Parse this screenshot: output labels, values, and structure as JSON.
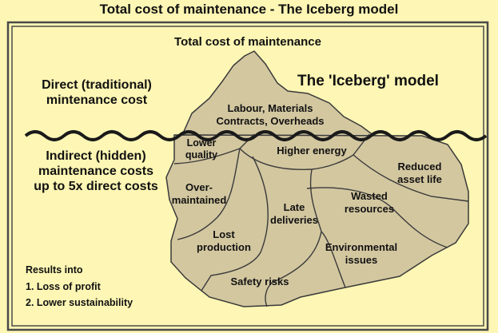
{
  "title": "Total cost of maintenance - The Iceberg model",
  "inner_title": "Total cost of maintenance",
  "model_label": "The 'Iceberg' model",
  "direct": {
    "line1": "Direct (traditional)",
    "line2": "mintenance cost"
  },
  "indirect": {
    "line1": "Indirect (hidden)",
    "line2": "maintenance costs",
    "line3": "up to 5x direct costs"
  },
  "above_water": {
    "line1": "Labour, Materials",
    "line2": "Contracts, Overheads"
  },
  "segments": {
    "lower_quality": {
      "line1": "Lower",
      "line2": "quality"
    },
    "higher_energy": "Higher energy",
    "reduced_asset": {
      "line1": "Reduced",
      "line2": "asset life"
    },
    "over_maintained": {
      "line1": "Over-",
      "line2": "maintained"
    },
    "late_deliveries": {
      "line1": "Late",
      "line2": "deliveries"
    },
    "wasted": {
      "line1": "Wasted",
      "line2": "resources"
    },
    "lost_production": {
      "line1": "Lost",
      "line2": "production"
    },
    "environmental": {
      "line1": "Environmental",
      "line2": "issues"
    },
    "safety": "Safety risks"
  },
  "results": {
    "title": "Results into",
    "items": [
      "1. Loss of profit",
      "2. Lower sustainability"
    ]
  },
  "colors": {
    "background": "#fdf6b4",
    "iceberg_fill": "#d3c7a0",
    "outline": "#3a3a3a",
    "frame": "#4a4a4a"
  }
}
